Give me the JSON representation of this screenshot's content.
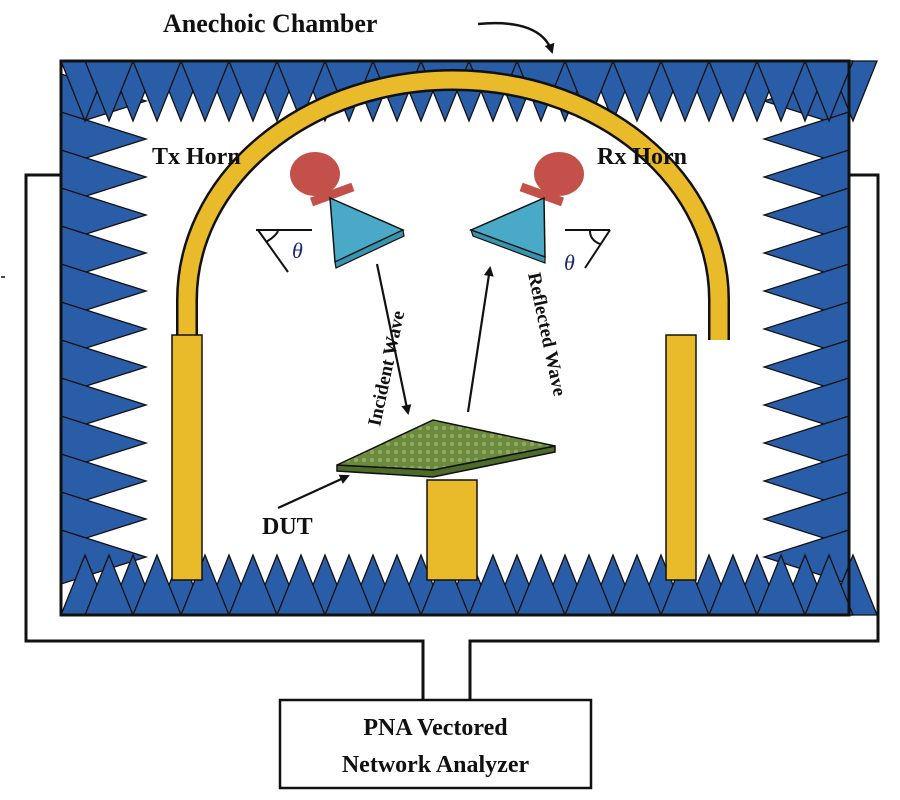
{
  "title": "Anechoic Chamber",
  "labels": {
    "chamber": "Anechoic Chamber",
    "tx_horn": "Tx Horn",
    "rx_horn": "Rx Horn",
    "incident_wave": "Incident Wave",
    "reflected_wave": "Reflected Wave",
    "dut": "DUT",
    "theta_left": "θ",
    "theta_right": "θ",
    "analyzer_line1": "PNA Vectored",
    "analyzer_line2": "Network Analyzer"
  },
  "colors": {
    "absorber": "#2a5da8",
    "arch": "#e9bb2b",
    "horn_mount": "#c4504a",
    "horn": "#4aa9c6",
    "dut": "#6b8a3a",
    "line": "#111111"
  },
  "icons": {
    "chamber_pointer": "curved-arrow-icon",
    "incident_arrow": "arrow-down-icon",
    "reflected_arrow": "arrow-up-icon",
    "dut_pointer": "arrow-icon",
    "angle_left": "angle-icon",
    "angle_right": "angle-icon"
  }
}
